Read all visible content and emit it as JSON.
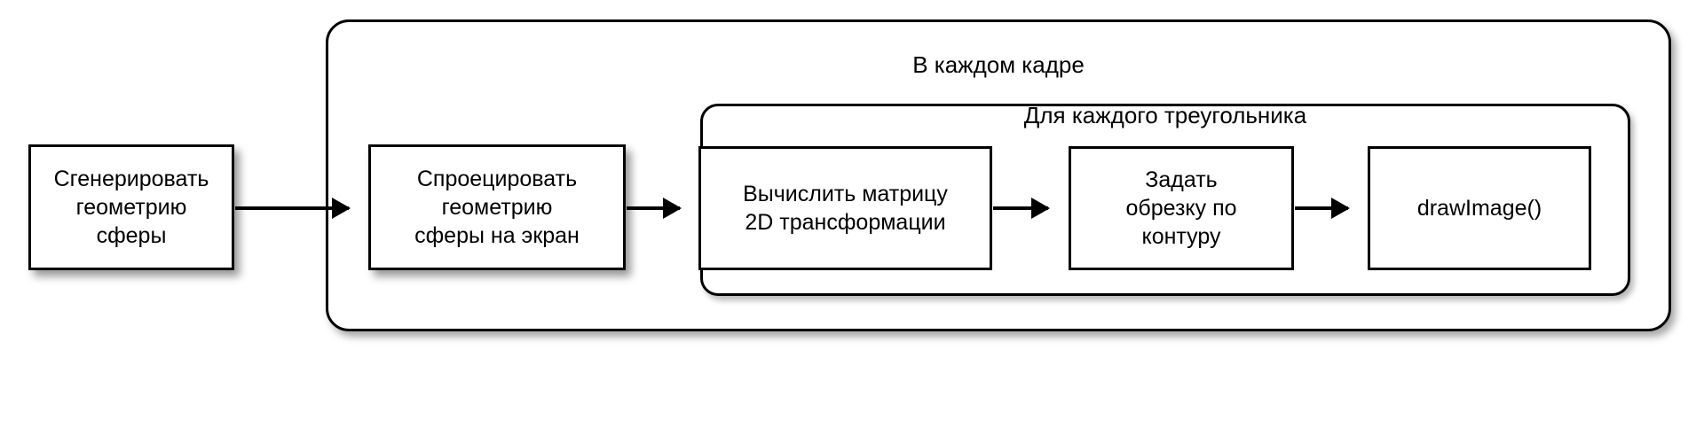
{
  "diagram": {
    "title": "",
    "groups": [
      {
        "id": "per-frame",
        "label": "В каждом кадре"
      },
      {
        "id": "per-triangle",
        "label": "Для каждого треугольника"
      }
    ],
    "nodes": [
      {
        "id": "generate-sphere-geometry",
        "label": "Сгенерировать\nгеометрию\nсферы"
      },
      {
        "id": "project-sphere-geometry",
        "label": "Спроецировать\nгеометрию\nсферы на экран"
      },
      {
        "id": "compute-2d-matrix",
        "label": "Вычислить матрицу\n2D трансформации"
      },
      {
        "id": "set-clipping-path",
        "label": "Задать\nобрезку по\nконтуру"
      },
      {
        "id": "draw-image",
        "label": "drawImage()"
      }
    ],
    "colors": {
      "stroke": "#000000",
      "fill": "#ffffff",
      "text": "#000000",
      "background": "#ffffff"
    }
  }
}
